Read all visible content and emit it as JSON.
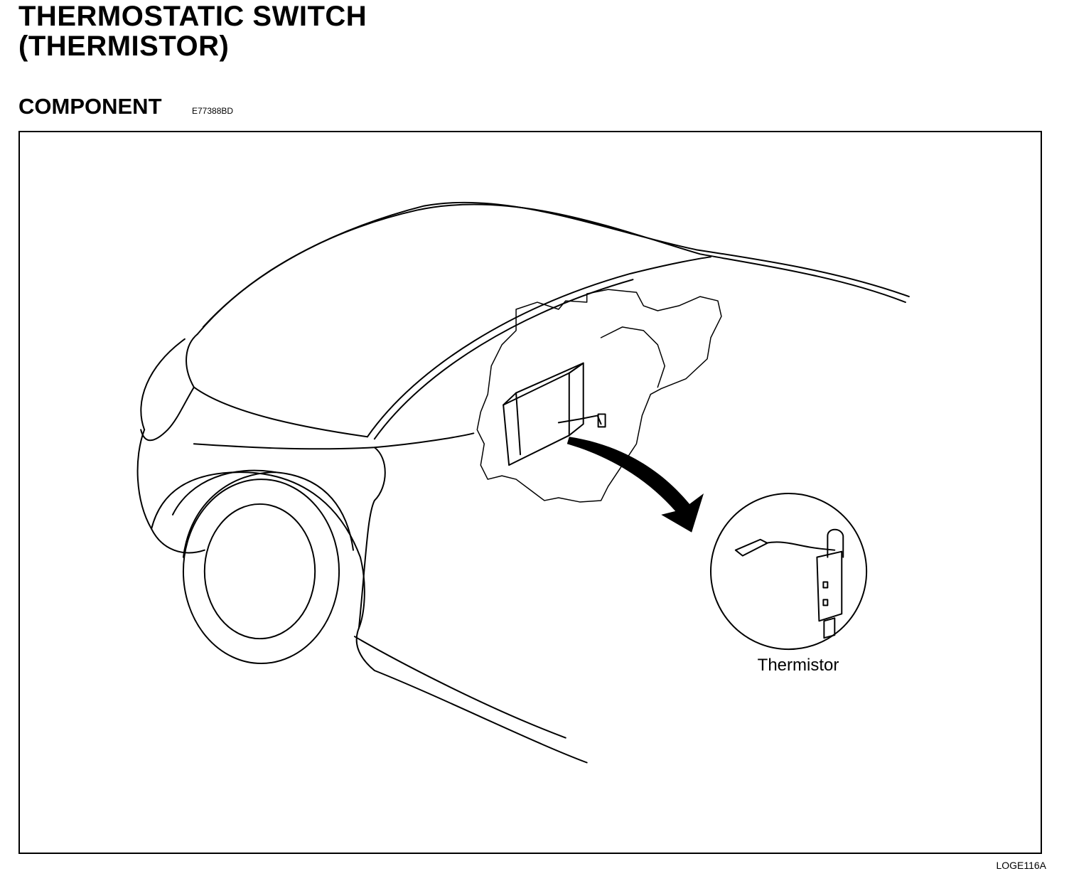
{
  "page": {
    "title_line1": "THERMOSTATIC  SWITCH",
    "title_line2": "(THERMISTOR)",
    "section_heading": "COMPONENT",
    "section_code": "E77388BD"
  },
  "figure": {
    "callout_label": "Thermistor",
    "figure_id": "LOGE116A"
  }
}
